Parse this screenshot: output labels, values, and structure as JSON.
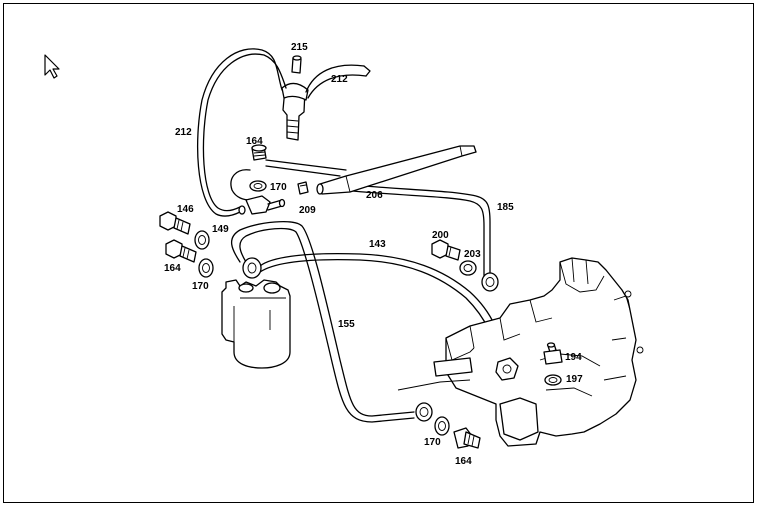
{
  "diagram": {
    "callouts": {
      "c215": "215",
      "c212a": "212",
      "c212b": "212",
      "c164a": "164",
      "c170a": "170",
      "c206": "206",
      "c209": "209",
      "c185": "185",
      "c146": "146",
      "c149": "149",
      "c164b": "164",
      "c170b": "170",
      "c143": "143",
      "c200": "200",
      "c203": "203",
      "c155": "155",
      "c194": "194",
      "c197": "197",
      "c170c": "170",
      "c164c": "164"
    }
  },
  "cursor_icon": "arrow-pointer-icon"
}
